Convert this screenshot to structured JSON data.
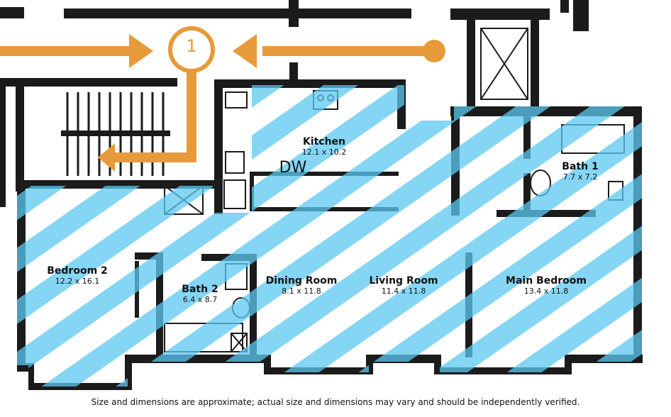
{
  "entry": {
    "number": "1",
    "arrow_color": "#e79a3a"
  },
  "rooms": [
    {
      "name": "Kitchen",
      "dims": "12.1 x 10.2"
    },
    {
      "name": "Bath 1",
      "dims": "7.7 x 7.2"
    },
    {
      "name": "Bedroom 2",
      "dims": "12.2 x 16.1"
    },
    {
      "name": "Bath 2",
      "dims": "6.4 x 8.7"
    },
    {
      "name": "Dining Room",
      "dims": "8.1 x 11.8"
    },
    {
      "name": "Living Room",
      "dims": "11.4 x 11.8"
    },
    {
      "name": "Main Bedroom",
      "dims": "13.4 x 11.8"
    }
  ],
  "appliance_label": "DW",
  "disclaimer": "Size and dimensions are approximate; actual size and dimensions may vary and should be independently verified.",
  "colors": {
    "wall": "#1b1b1b",
    "highlight": "#5bc8f0"
  }
}
